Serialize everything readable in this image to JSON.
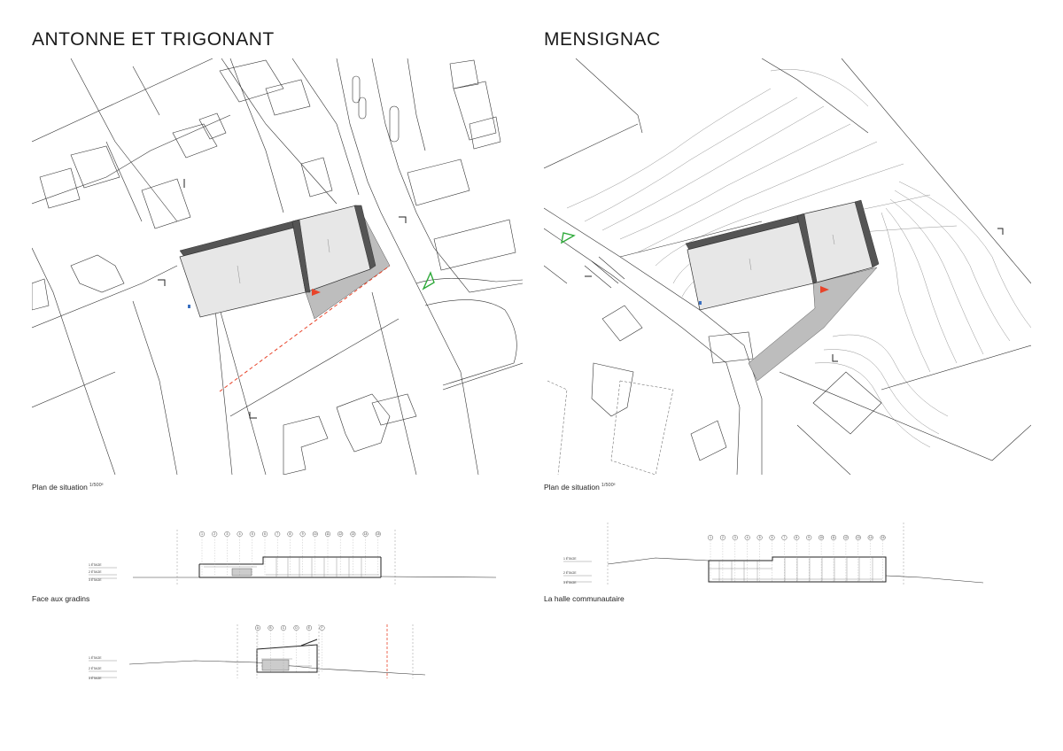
{
  "panels": {
    "left": {
      "title": "ANTONNE ET TRIGONANT",
      "plan_caption": "Plan de situation",
      "plan_scale": "1/500ᵉ",
      "elevation_caption": "Face aux gradins"
    },
    "right": {
      "title": "MENSIGNAC",
      "plan_caption": "Plan de situation",
      "plan_scale": "1/500ᵉ",
      "elevation_caption": "La halle communautaire"
    }
  },
  "colors": {
    "line": "#333333",
    "building_fill": "#e7e7e7",
    "roof_dark": "#555555",
    "paving": "#bdbdbd",
    "entry_arrow": "#e8442a",
    "north_arrow": "#2eaa3a",
    "limit_dashed": "#e8442a"
  },
  "grid_labels": {
    "left_elevation": [
      "1",
      "2",
      "3",
      "4",
      "5",
      "6",
      "7",
      "8",
      "9",
      "10",
      "11",
      "12",
      "13",
      "14",
      "15"
    ],
    "right_elevation": [
      "1",
      "2",
      "3",
      "4",
      "5",
      "6",
      "7",
      "8",
      "9",
      "10",
      "11",
      "12",
      "13",
      "14",
      "15"
    ],
    "left_section": [
      "A",
      "B",
      "C",
      "D",
      "E",
      "F"
    ]
  }
}
